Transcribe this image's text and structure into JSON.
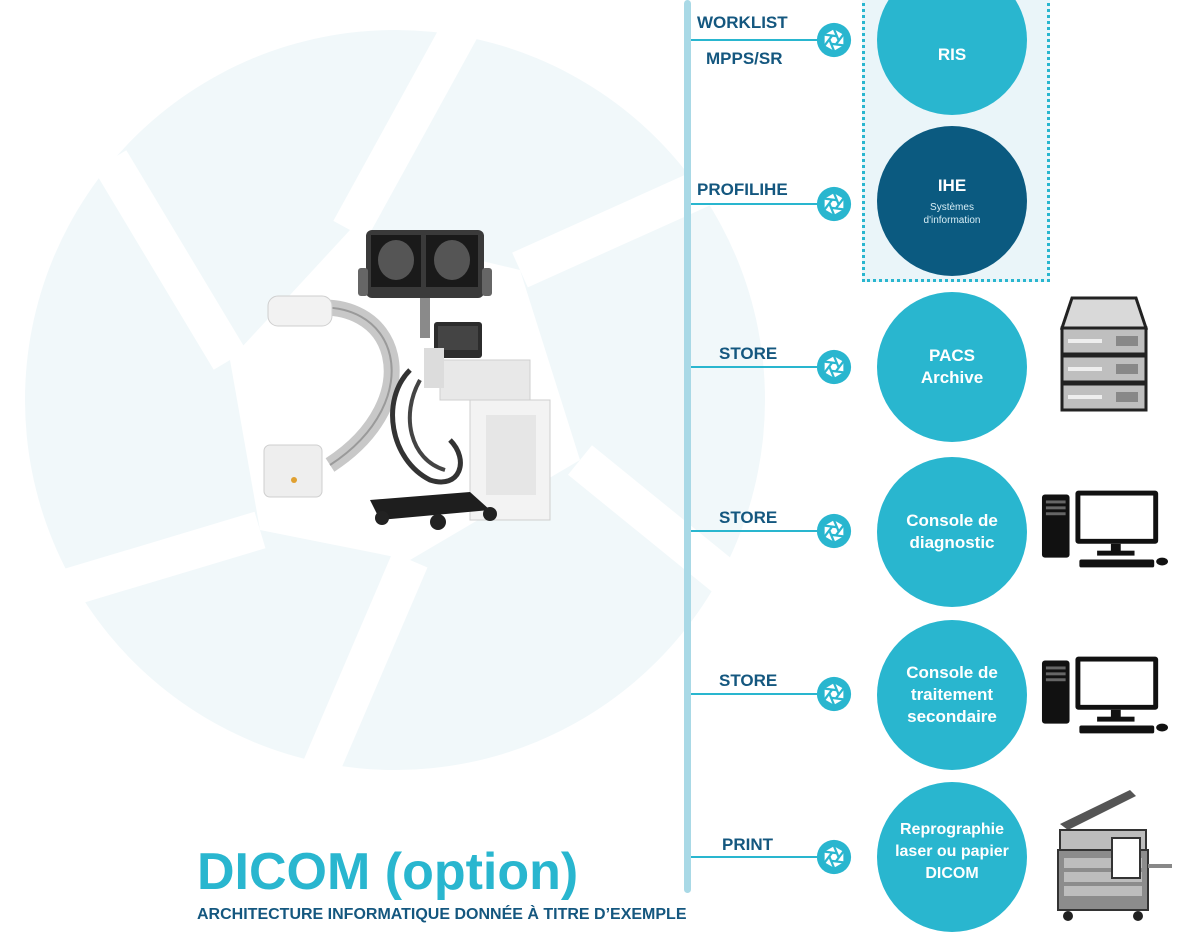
{
  "colors": {
    "accent": "#29b6cf",
    "navy": "#0b5a80",
    "label": "#14577f",
    "rail": "#a9d9e6",
    "box_bg": "#eaf5f9"
  },
  "protocols": {
    "worklist": "WORKLIST",
    "mpps_sr": "MPPS/SR",
    "profil_ihe": "PROFILIHE",
    "store_1": "STORE",
    "store_2": "STORE",
    "store_3": "STORE",
    "print": "PRINT"
  },
  "nodes": {
    "ris": {
      "label": "RIS"
    },
    "ihe": {
      "label": "IHE",
      "sub1": "Systèmes",
      "sub2": "d'information"
    },
    "pacs": {
      "line1": "PACS",
      "line2": "Archive"
    },
    "console_diag": {
      "line1": "Console de",
      "line2": "diagnostic"
    },
    "console_trait": {
      "line1": "Console de",
      "line2": "traitement",
      "line3": "secondaire"
    },
    "repro": {
      "line1": "Reprographie",
      "line2": "laser ou papier",
      "line3": "DICOM"
    }
  },
  "devices": [
    "server-icon",
    "computer-icon",
    "computer-icon",
    "printer-copier-icon"
  ],
  "heading": {
    "title": "DICOM (option)",
    "subtitle": "ARCHITECTURE INFORMATIQUE DONNÉE À TITRE D’EXEMPLE"
  }
}
